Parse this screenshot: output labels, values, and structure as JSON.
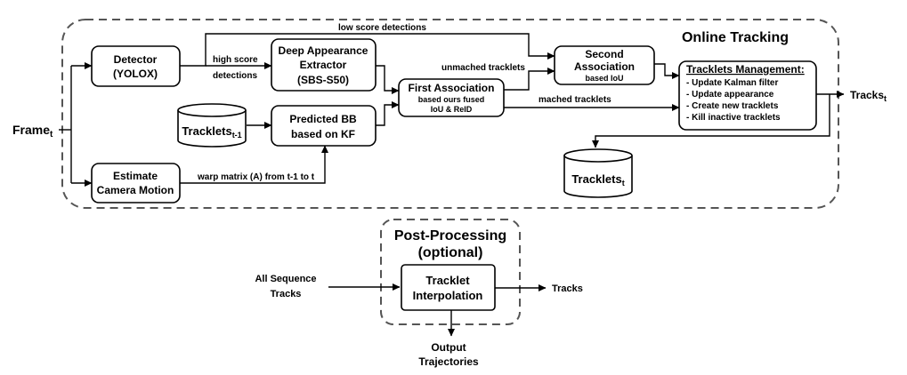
{
  "regions": {
    "online_tracking_title": "Online Tracking",
    "post_processing_title_1": "Post-Processing",
    "post_processing_title_2": "(optional)"
  },
  "inputs": {
    "frame": "Frame",
    "frame_sub": "t",
    "all_sequence_1": "All Sequence",
    "all_sequence_2": "Tracks"
  },
  "boxes": {
    "detector_1": "Detector",
    "detector_2": "(YOLOX)",
    "camera_1": "Estimate",
    "camera_2": "Camera Motion",
    "appearance_1": "Deep Appearance",
    "appearance_2": "Extractor",
    "appearance_3": "(SBS-S50)",
    "predicted_1": "Predicted BB",
    "predicted_2": "based on KF",
    "first_assoc_1": "First Association",
    "first_assoc_2": "based ours fused",
    "first_assoc_3": "IoU & ReID",
    "second_assoc_1": "Second",
    "second_assoc_2": "Association",
    "second_assoc_3": "based IoU",
    "management_title": "Tracklets Management:",
    "management_items": [
      "- Update Kalman filter",
      "- Update appearance",
      "- Create new tracklets",
      "- Kill inactive tracklets"
    ],
    "interp_1": "Tracklet",
    "interp_2": "Interpolation"
  },
  "stores": {
    "tracklets_prev": "Tracklets",
    "tracklets_prev_sub": "t-1",
    "tracklets_cur": "Tracklets",
    "tracklets_cur_sub": "t"
  },
  "edge_labels": {
    "low_score": "low score detections",
    "high_score_1": "high score",
    "high_score_2": "detections",
    "unmatched": "unmached tracklets",
    "matched": "mached tracklets",
    "warp": "warp matrix (A) from t-1 to t"
  },
  "outputs": {
    "tracks": "Tracks",
    "tracks_sub": "t",
    "tracks_post": "Tracks",
    "output_1": "Output",
    "output_2": "Trajectories"
  }
}
